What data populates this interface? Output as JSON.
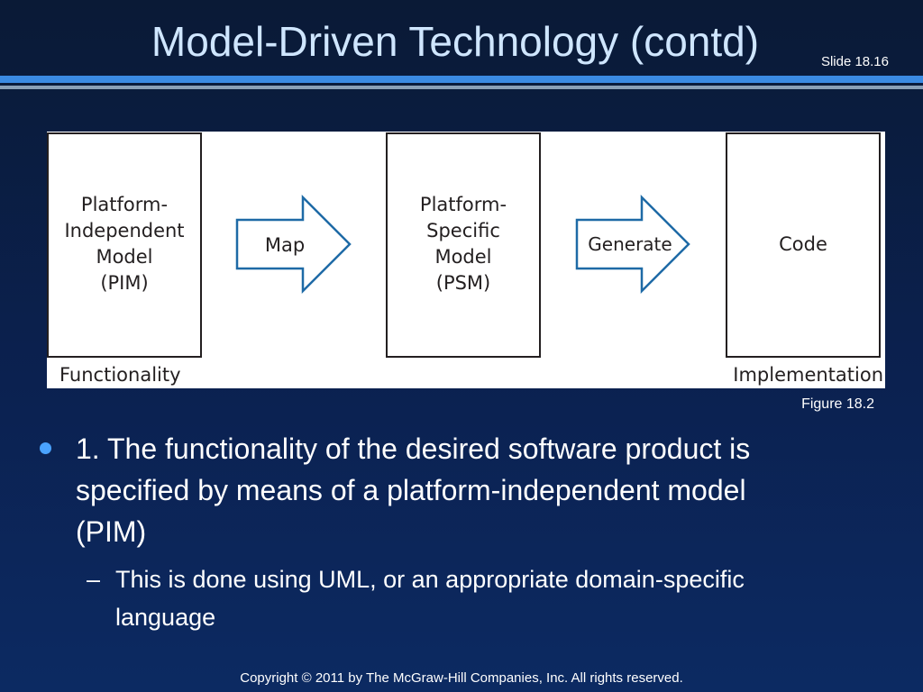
{
  "slide": {
    "title": "Model-Driven Technology (contd)",
    "number": "Slide 18.16"
  },
  "figure": {
    "boxes": [
      {
        "label_lines": [
          "Platform-",
          "Independent",
          "Model",
          "(PIM)"
        ]
      },
      {
        "label_lines": [
          "Platform-",
          "Specific",
          "Model",
          "(PSM)"
        ]
      },
      {
        "label_lines": [
          "Code"
        ]
      }
    ],
    "arrows": [
      {
        "label": "Map"
      },
      {
        "label": "Generate"
      }
    ],
    "bottom_left": "Functionality",
    "bottom_right": "Implementation",
    "caption": "Figure 18.2",
    "arrow_color": "#1e6aa6"
  },
  "bullets": [
    {
      "text": "1.   The functionality of the desired software product is specified by means of a platform-independent model (PIM)",
      "sub": [
        {
          "dash": "–",
          "text": "This is done using UML, or an appropriate domain-specific language"
        }
      ]
    }
  ],
  "footer": "Copyright © 2011 by The McGraw-Hill Companies, Inc.  All rights reserved."
}
